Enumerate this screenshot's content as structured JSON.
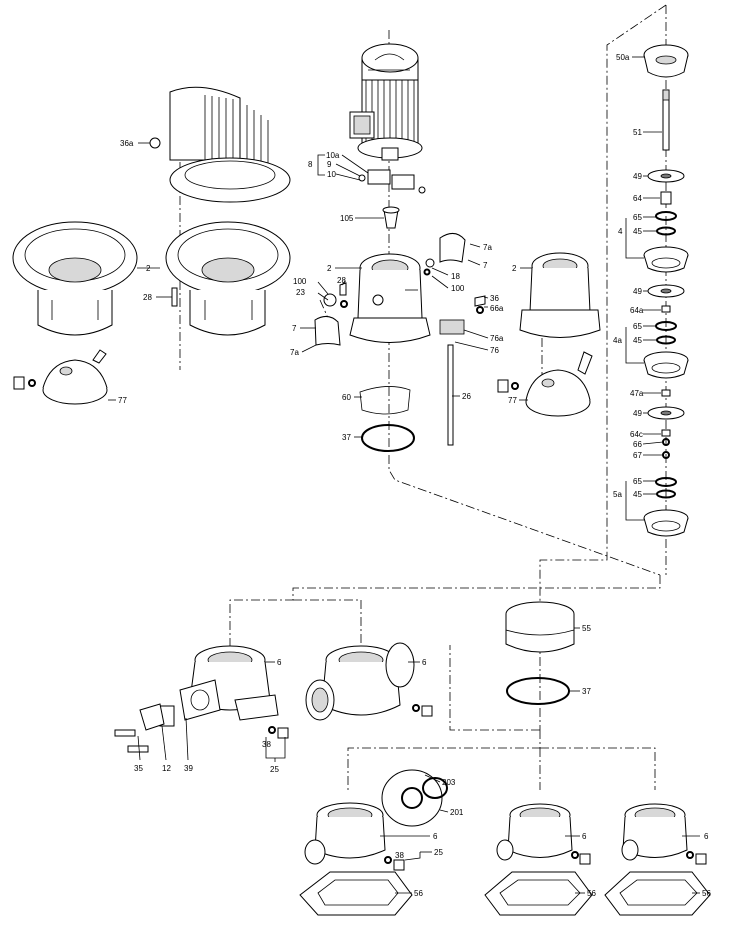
{
  "diagram": {
    "part_labels": {
      "p36a": "36a",
      "p2a": "2",
      "p28a": "28",
      "p77a": "77",
      "p10a": "10a",
      "p9": "9",
      "p8": "8",
      "p10": "10",
      "p105": "105",
      "p7a_top": "7a",
      "p7_top": "7",
      "p18": "18",
      "p100a": "100",
      "p2b": "2",
      "p28b": "28",
      "p100b": "100",
      "p23": "23",
      "p36": "36",
      "p66a": "66a",
      "p7_left": "7",
      "p7a_left": "7a",
      "p76a": "76a",
      "p76": "76",
      "p60": "60",
      "p26": "26",
      "p37a": "37",
      "p2c": "2",
      "p77b": "77",
      "p50a": "50a",
      "p51": "51",
      "p49a": "49",
      "p64": "64",
      "p65a": "65",
      "p4": "4",
      "p45a": "45",
      "p49b": "49",
      "p64a": "64a",
      "p65b": "65",
      "p4a": "4a",
      "p45b": "45",
      "p47a": "47a",
      "p49c": "49",
      "p64c": "64c",
      "p66": "66",
      "p67": "67",
      "p65c": "65",
      "p5a": "5a",
      "p45c": "45",
      "p55": "55",
      "p37b": "37",
      "p6a": "6",
      "p6b": "6",
      "p38a": "38",
      "p25a": "25",
      "p35": "35",
      "p12": "12",
      "p39": "39",
      "p203": "203",
      "p201": "201",
      "p6c": "6",
      "p38b": "38",
      "p25b": "25",
      "p56a": "56",
      "p6d": "6",
      "p56b": "56",
      "p6e": "6",
      "p56c": "56"
    }
  }
}
